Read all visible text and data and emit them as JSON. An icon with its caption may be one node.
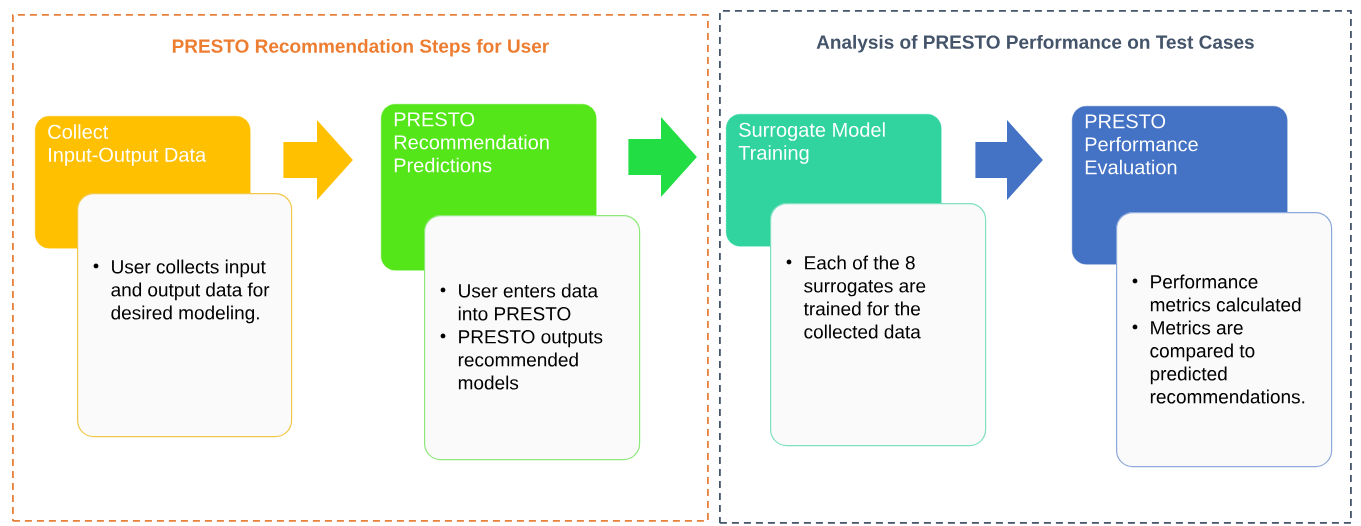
{
  "diagram": {
    "nodes": [
      {
        "text": [
          "PRESTO Recommendation Steps for User"
        ]
      },
      {
        "text": [
          "Collect Input-Output Data"
        ],
        "in": 0
      },
      {
        "text": [
          "User collects input and output data for desired modeling."
        ],
        "in": 0
      },
      {
        "text": [
          "PRESTO Recommendation Predictions"
        ],
        "in": 0
      },
      {
        "text": [
          "User enters data into PRESTO",
          "PRESTO outputs recommended models"
        ],
        "in": 0
      },
      {
        "text": [
          "Analysis of PRESTO Performance on Test Cases"
        ]
      },
      {
        "text": [
          "Surrogate Model Training"
        ],
        "in": 5
      },
      {
        "text": [
          "Each of the 8 surrogates are trained for the collected data"
        ],
        "in": 5
      },
      {
        "text": [
          "PRESTO Performance Evaluation"
        ],
        "in": 5
      },
      {
        "text": [
          "Performance metrics calculated",
          "Metrics are compared to predicted recommendations."
        ],
        "in": 5
      }
    ],
    "edges": [
      {
        "from": 1,
        "to": 3,
        "arrow": "to",
        "color": "#ffc000"
      },
      {
        "from": 3,
        "to": 6,
        "arrow": "to",
        "color": "#22dd44"
      },
      {
        "from": 6,
        "to": 8,
        "arrow": "to",
        "color": "#4472c4"
      }
    ]
  }
}
